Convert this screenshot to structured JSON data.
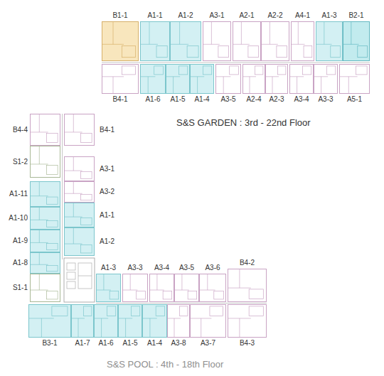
{
  "diagram": {
    "nodes": [
      {
        "text": [
          "B1-1"
        ]
      },
      {
        "text": [
          "A1-1"
        ]
      },
      {
        "text": [
          "A1-2"
        ]
      },
      {
        "text": [
          "A3-1"
        ]
      },
      {
        "text": [
          "A2-1"
        ]
      },
      {
        "text": [
          "A2-2"
        ]
      },
      {
        "text": [
          "A4-1"
        ]
      },
      {
        "text": [
          "A1-3"
        ]
      },
      {
        "text": [
          "B2-1"
        ]
      },
      {
        "text": [
          "B4-1"
        ]
      },
      {
        "text": [
          "A1-6"
        ]
      },
      {
        "text": [
          "A1-5"
        ]
      },
      {
        "text": [
          "A1-4"
        ]
      },
      {
        "text": [
          "A3-5"
        ]
      },
      {
        "text": [
          "A2-4"
        ]
      },
      {
        "text": [
          "A2-3"
        ]
      },
      {
        "text": [
          "A3-4"
        ]
      },
      {
        "text": [
          "A3-3"
        ]
      },
      {
        "text": [
          "A5-1"
        ]
      },
      {
        "text": [
          "B4-4"
        ]
      },
      {
        "text": [
          "S1-2"
        ]
      },
      {
        "text": [
          "A1-11"
        ]
      },
      {
        "text": [
          "A1-10"
        ]
      },
      {
        "text": [
          "A1-9"
        ]
      },
      {
        "text": [
          "A1-8"
        ]
      },
      {
        "text": [
          "S1-1"
        ]
      },
      {
        "text": [
          "B4-1"
        ]
      },
      {
        "text": [
          "A3-1"
        ]
      },
      {
        "text": [
          "A3-2"
        ]
      },
      {
        "text": [
          "A1-1"
        ]
      },
      {
        "text": [
          "A1-2"
        ]
      },
      {
        "text": [
          "A1-3"
        ]
      },
      {
        "text": [
          "A3-3"
        ]
      },
      {
        "text": [
          "A3-4"
        ]
      },
      {
        "text": [
          "A3-5"
        ]
      },
      {
        "text": [
          "A3-6"
        ]
      },
      {
        "text": [
          "B4-2"
        ]
      },
      {
        "text": [
          "B3-1"
        ]
      },
      {
        "text": [
          "A1-7"
        ]
      },
      {
        "text": [
          "A1-6"
        ]
      },
      {
        "text": [
          "A1-5"
        ]
      },
      {
        "text": [
          "A1-4"
        ]
      },
      {
        "text": [
          "A3-8"
        ]
      },
      {
        "text": [
          "A3-7"
        ]
      },
      {
        "text": [
          "B4-3"
        ]
      }
    ],
    "labels": [
      "S&S GARDEN : 3rd - 22nd Floor",
      "S&S POOL : 4th - 18th Floor"
    ]
  }
}
